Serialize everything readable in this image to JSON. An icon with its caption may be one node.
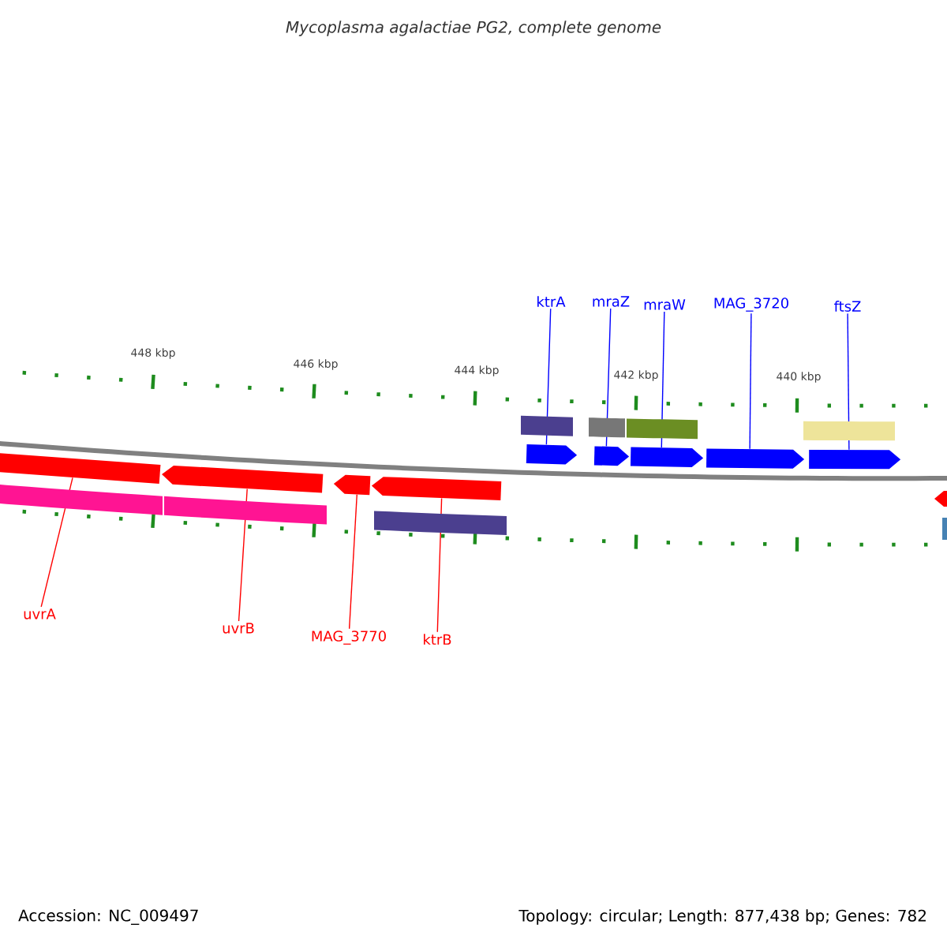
{
  "diagram": {
    "title": "Mycoplasma agalactiae PG2, complete genome",
    "nodes": [
      {
        "text": [
          "ktrA"
        ]
      },
      {
        "text": [
          "mraZ"
        ]
      },
      {
        "text": [
          "mraW"
        ]
      },
      {
        "text": [
          "MAG_3720"
        ]
      },
      {
        "text": [
          "ftsZ"
        ]
      },
      {
        "text": [
          "uvrA"
        ]
      },
      {
        "text": [
          "uvrB"
        ]
      },
      {
        "text": [
          "MAG_3770"
        ]
      },
      {
        "text": [
          "ktrB"
        ]
      },
      {
        "text": [],
        "shape": "arrow"
      },
      {
        "text": [],
        "shape": "arrow"
      },
      {
        "text": [],
        "shape": "arrow"
      },
      {
        "text": [],
        "shape": "arrow"
      },
      {
        "text": [],
        "shape": "arrow"
      },
      {
        "text": [],
        "shape": "arrow"
      },
      {
        "text": [],
        "shape": "arrow"
      },
      {
        "text": [],
        "shape": "arrow"
      },
      {
        "text": [],
        "shape": "arrow"
      }
    ],
    "edges": [
      {
        "from": 0,
        "to": 9,
        "arrow": "none"
      },
      {
        "from": 1,
        "to": 10,
        "arrow": "none"
      },
      {
        "from": 2,
        "to": 11,
        "arrow": "none"
      },
      {
        "from": 3,
        "to": 12,
        "arrow": "none"
      },
      {
        "from": 4,
        "to": 13,
        "arrow": "none"
      },
      {
        "from": 5,
        "to": 14,
        "arrow": "none",
        "color": "#ff0000"
      },
      {
        "from": 6,
        "to": 15,
        "arrow": "none",
        "color": "#ff0000"
      },
      {
        "from": 7,
        "to": 16,
        "arrow": "none",
        "color": "#ff0000"
      },
      {
        "from": 8,
        "to": 17,
        "arrow": "none",
        "color": "#ff0000"
      }
    ],
    "labels": [
      "448 kbp",
      "446 kbp",
      "444 kbp",
      "442 kbp",
      "440 kbp",
      "Accession: NC_009497",
      "Topology: circular; Length: 877,438 bp; Genes: 782"
    ]
  }
}
